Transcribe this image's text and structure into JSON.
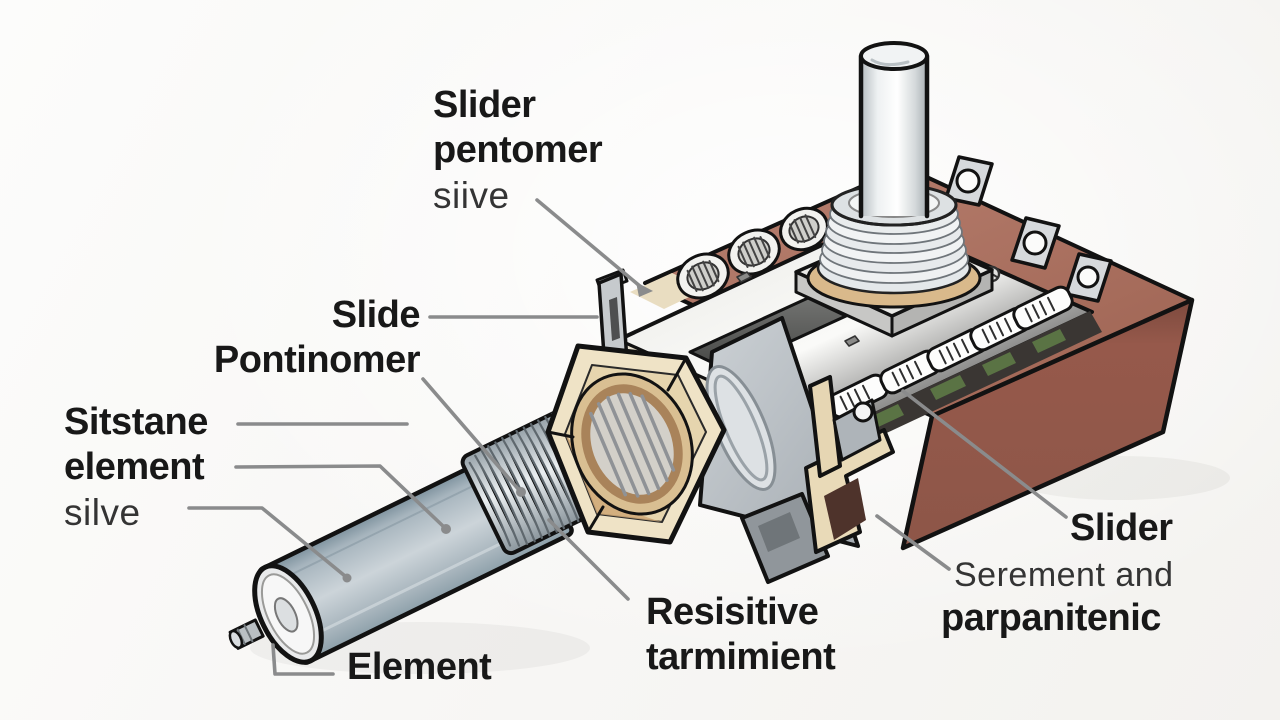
{
  "figure": {
    "description": "Cutaway style illustration of a potentiometer with shaft, hex nut, threaded bushing, terracotta body, terminal lugs and mounting tabs, annotated with leader lines",
    "background": "#f7f6f4"
  },
  "colors": {
    "body_front": "#92584a",
    "body_top": "#b17867",
    "top_plate": "#f3f3f0",
    "hex_nut": "#eee2c3",
    "nut_shadow": "#cfa877",
    "shaft": "#b3c0c8",
    "pcb_green": "#57713f",
    "leader_line": "#8a8b8c",
    "label_dark": "#181818",
    "label_light": "#343434",
    "outline": "#121212"
  },
  "parts": {
    "terminal_lug_count": 5,
    "mounting_tab_count": 3,
    "back_terminal_count": 3
  },
  "labels": {
    "knob": {
      "line1": "Slider",
      "line2": "pentomer",
      "line3": "siive"
    },
    "slide": {
      "line1": "Slide",
      "line2": "Pontinomer"
    },
    "left": {
      "line1": "Sitstane",
      "line2": "element",
      "line3": "silve"
    },
    "element": {
      "text": "Element"
    },
    "resistive": {
      "line1": "Resisitive",
      "line2": "tarmimient"
    },
    "slider_right": {
      "text": "Slider"
    },
    "segment": {
      "line1": "Serement and",
      "line2": "parpanitenic"
    }
  }
}
